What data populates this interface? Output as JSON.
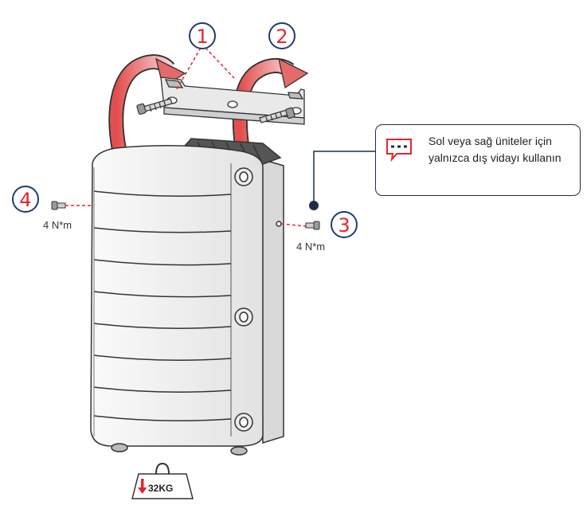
{
  "steps": {
    "one": "1",
    "two": "2",
    "three": "3",
    "four": "4"
  },
  "torque": {
    "left": "4 N*m",
    "right": "4 N*m"
  },
  "note": {
    "text": "Sol veya sağ üniteler için yalnızca dış vidayı kullanın"
  },
  "weight": {
    "label": "32KG"
  },
  "colors": {
    "accent_red": "#e4262a",
    "note_border": "#1c2e4a",
    "outline": "#333333",
    "body_fill": "#f2f2f2"
  },
  "icons": [
    "speech-bubble-icon",
    "weight-icon",
    "down-arrow-icon",
    "screw-icon",
    "curved-arrow-icon"
  ]
}
